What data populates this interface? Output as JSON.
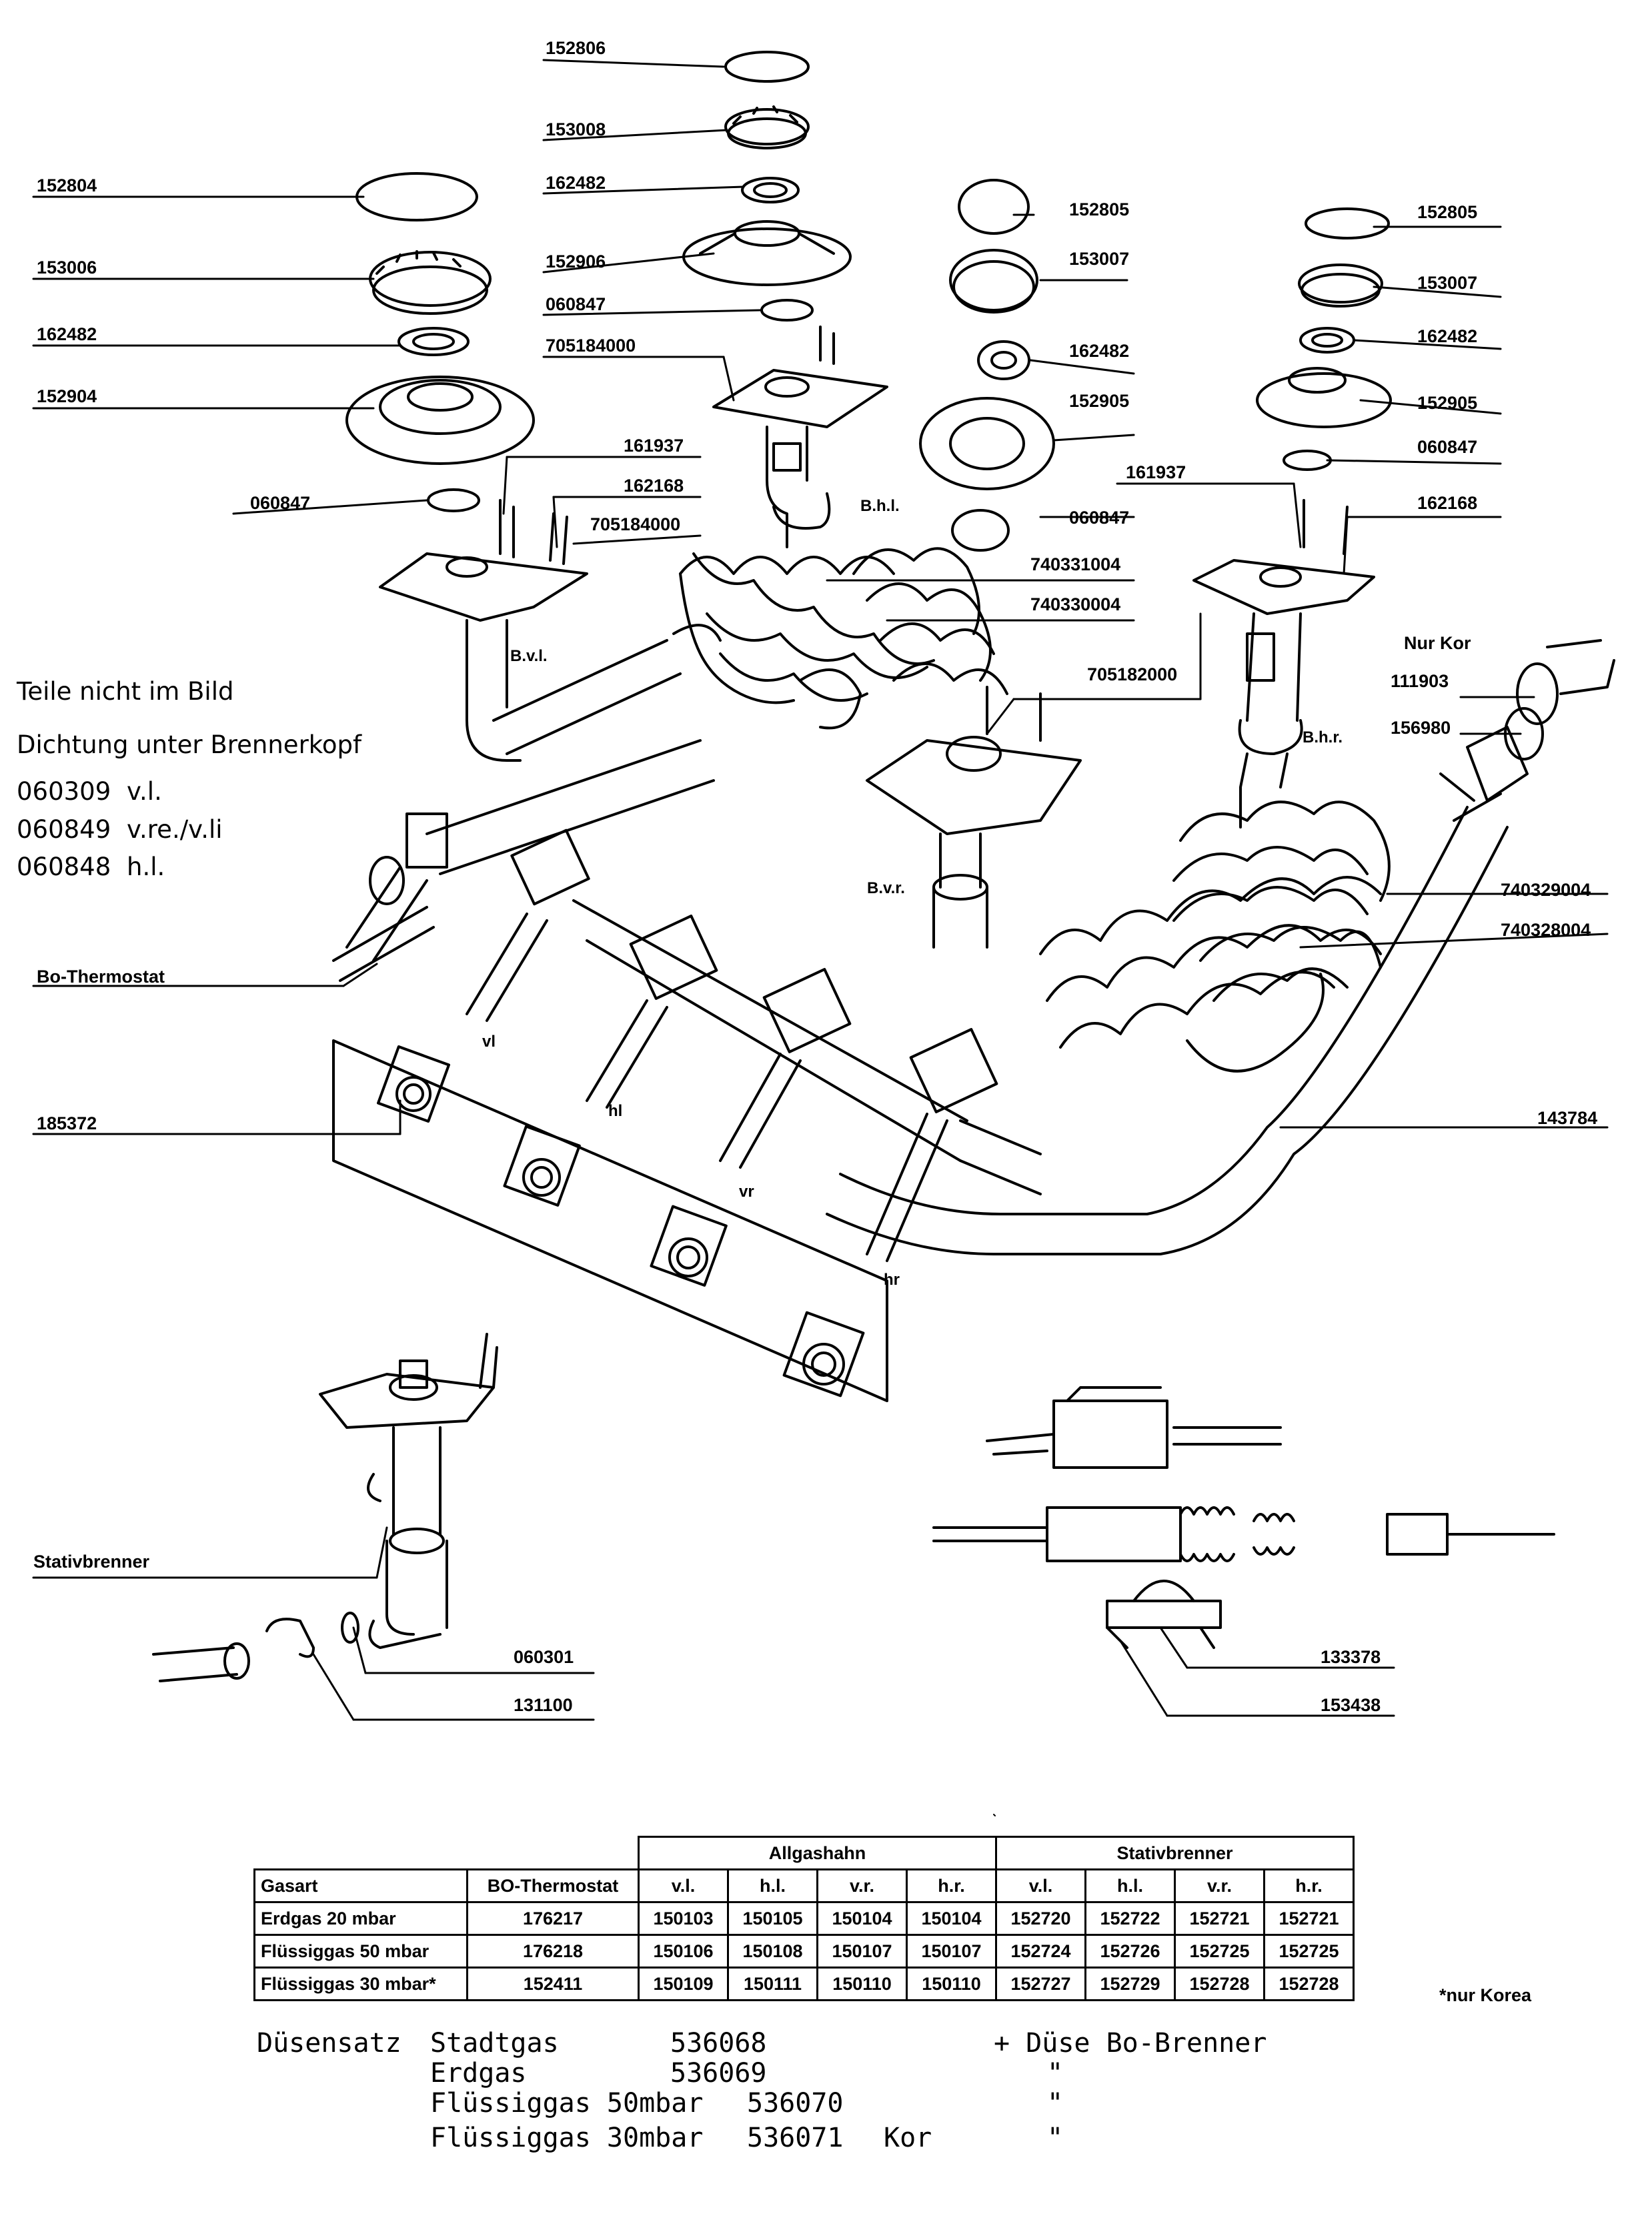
{
  "part_labels": {
    "p152806": "152806",
    "p153008": "153008",
    "p162482_c": "162482",
    "p152906": "152906",
    "p060847_c": "060847",
    "p705184000_c": "705184000",
    "p152804": "152804",
    "p153006": "153006",
    "p162482_l": "162482",
    "p152904": "152904",
    "p060847_l": "060847",
    "p161937_l": "161937",
    "p162168_l": "162168",
    "p705184000_l": "705184000",
    "p152805_m": "152805",
    "p153007_m": "153007",
    "p162482_m": "162482",
    "p152905_m": "152905",
    "p060847_m": "060847",
    "p740331004": "740331004",
    "p740330004": "740330004",
    "p705182000": "705182000",
    "p152805_r": "152805",
    "p153007_r": "153007",
    "p162482_r": "162482",
    "p152905_r": "152905",
    "p060847_r": "060847",
    "p161937_r": "161937",
    "p162168_r": "162168",
    "nur_kor": "Nur Kor",
    "p111903": "111903",
    "p156980": "156980",
    "p740329004": "740329004",
    "p740328004": "740328004",
    "p143784": "143784",
    "p185372": "185372",
    "bo_thermostat": "Bo-Thermostat",
    "stativbrenner": "Stativbrenner",
    "p060301": "060301",
    "p131100": "131100",
    "p133378": "133378",
    "p153438": "153438"
  },
  "burner_tags": {
    "bhl": "B.h.l.",
    "bvl": "B.v.l.",
    "bvr": "B.v.r.",
    "bhr": "B.h.r.",
    "vl": "vl",
    "hl": "hl",
    "vr": "vr",
    "hr": "hr"
  },
  "side_notes": {
    "line1": "Teile nicht im Bild",
    "line2": "Dichtung unter Brennerkopf",
    "rows": [
      {
        "code": "060309",
        "pos": "v.l."
      },
      {
        "code": "060849",
        "pos": "v.re./v.li"
      },
      {
        "code": "060848",
        "pos": "h.l."
      }
    ]
  },
  "table": {
    "group_allgashahn": "Allgashahn",
    "group_stativbrenner": "Stativbrenner",
    "headers": [
      "Gasart",
      "BO-Thermostat",
      "v.l.",
      "h.l.",
      "v.r.",
      "h.r.",
      "v.l.",
      "h.l.",
      "v.r.",
      "h.r."
    ],
    "rows": [
      [
        "Erdgas 20 mbar",
        "176217",
        "150103",
        "150105",
        "150104",
        "150104",
        "152720",
        "152722",
        "152721",
        "152721"
      ],
      [
        "Flüssiggas 50 mbar",
        "176218",
        "150106",
        "150108",
        "150107",
        "150107",
        "152724",
        "152726",
        "152725",
        "152725"
      ],
      [
        "Flüssiggas 30 mbar*",
        "152411",
        "150109",
        "150111",
        "150110",
        "150110",
        "152727",
        "152729",
        "152728",
        "152728"
      ]
    ],
    "footnote": "*nur Korea"
  },
  "nozzle_sets": {
    "title": "Düsensatz",
    "plus_label": "+ Düse Bo-Brenner",
    "ditto": "\"",
    "rows": [
      {
        "gas": "Stadtgas",
        "number": "536068",
        "extra": ""
      },
      {
        "gas": "Erdgas",
        "number": "536069",
        "extra": ""
      },
      {
        "gas": "Flüssiggas 50mbar",
        "number": "536070",
        "extra": ""
      },
      {
        "gas": "Flüssiggas 30mbar",
        "number": "536071",
        "extra": "Kor"
      }
    ]
  }
}
